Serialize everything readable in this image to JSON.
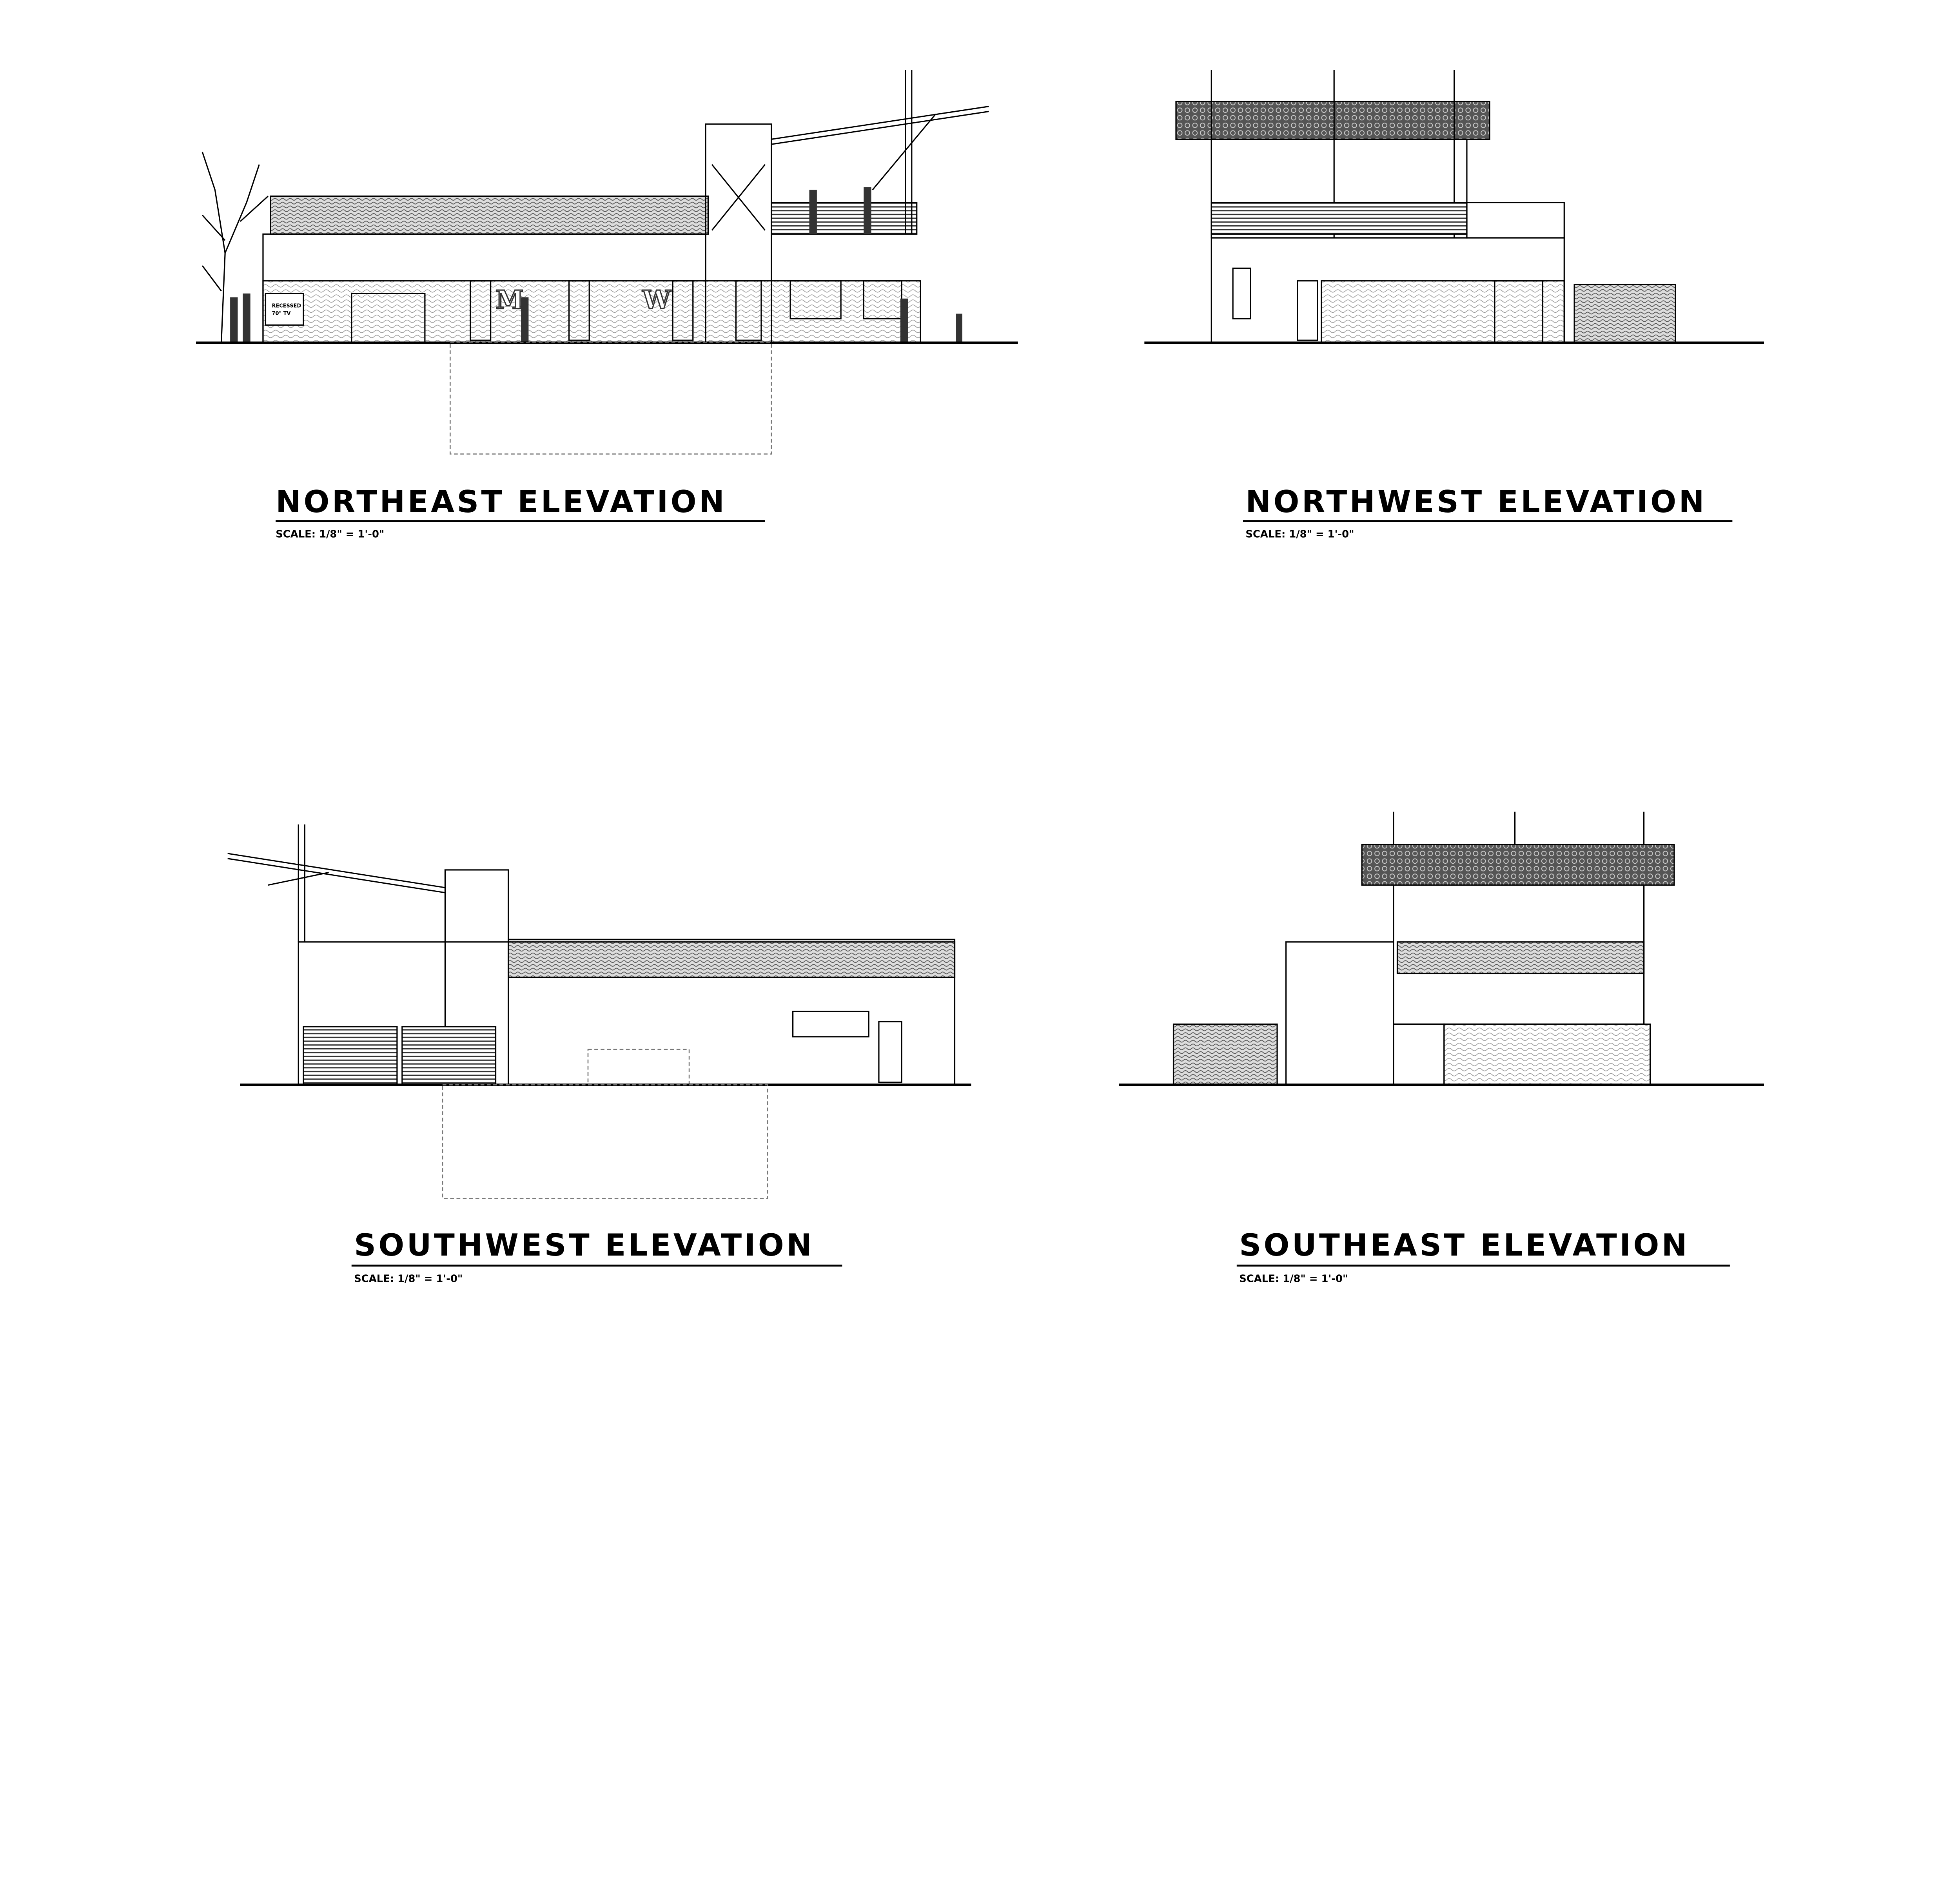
{
  "sheet": {
    "elevations": [
      {
        "title": "NORTHEAST ELEVATION",
        "scale": "SCALE: 1/8\" = 1'-0\""
      },
      {
        "title": "NORTHWEST ELEVATION",
        "scale": "SCALE: 1/8\" = 1'-0\""
      },
      {
        "title": "SOUTHWEST ELEVATION",
        "scale": "SCALE: 1/8\" = 1'-0\""
      },
      {
        "title": "SOUTHEAST ELEVATION",
        "scale": "SCALE: 1/8\" = 1'-0\""
      }
    ],
    "northeast_notes": {
      "tv_line1": "RECESSED",
      "tv_line2": "70\" TV",
      "mens_sign": "M",
      "womens_sign": "W"
    }
  },
  "colors": {
    "line": "#000000",
    "hatch": "#888888",
    "silhouette": "#333333"
  }
}
